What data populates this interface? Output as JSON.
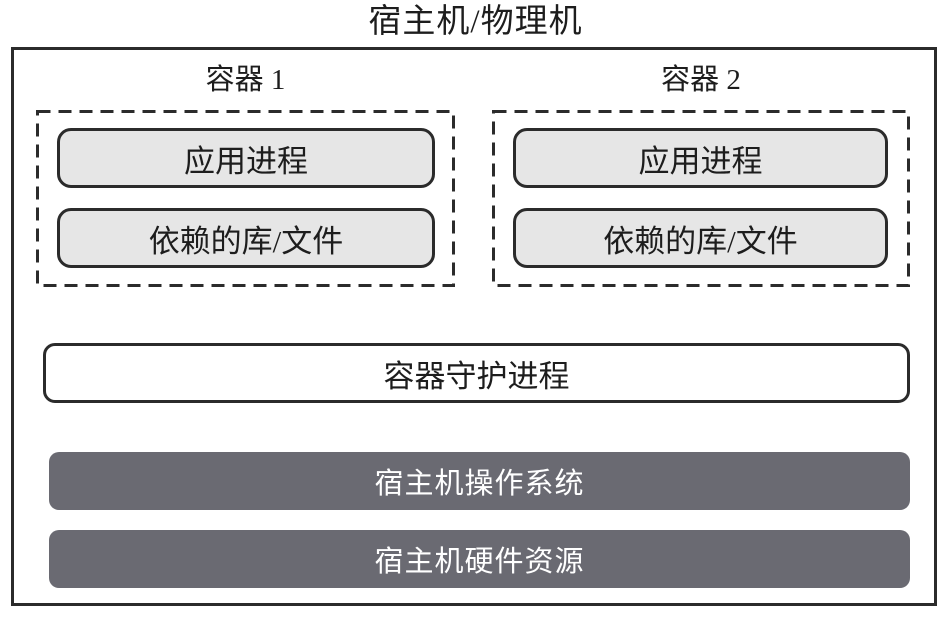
{
  "title": "宿主机/物理机",
  "containers": [
    {
      "label": "容器 1",
      "boxes": [
        "应用进程",
        "依赖的库/文件"
      ]
    },
    {
      "label": "容器 2",
      "boxes": [
        "应用进程",
        "依赖的库/文件"
      ]
    }
  ],
  "daemon_label": "容器守护进程",
  "host_layers": [
    {
      "label": "宿主机操作系统"
    },
    {
      "label": "宿主机硬件资源"
    }
  ],
  "colors": {
    "line": "#2b2b2b",
    "light_box_fill": "#e6e6e6",
    "dark_bar_fill": "#6a6a72",
    "dark_bar_text": "#ffffff",
    "background": "#ffffff"
  }
}
